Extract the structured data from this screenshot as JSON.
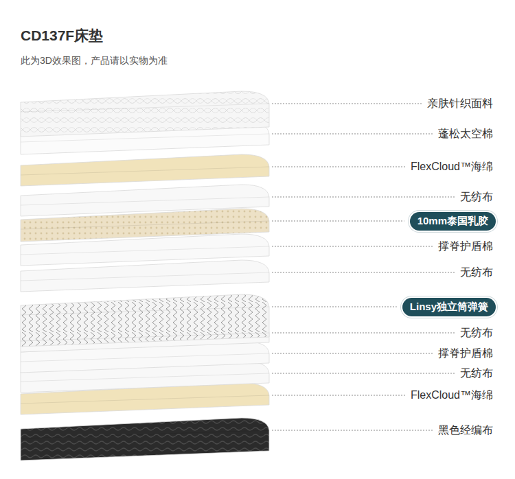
{
  "diagram": {
    "title": "CD137F床垫",
    "caption": "此为3D效果图，产品请以实物为准",
    "nodes": [
      {
        "text": [
          "10mm泰国乳胶"
        ]
      },
      {
        "text": [
          "Linsy独立筒弹簧"
        ]
      }
    ],
    "labels": [
      "亲肤针织面料",
      "蓬松太空棉",
      "FlexCloud™海绵",
      "无纺布",
      "撑脊护盾棉",
      "无纺布",
      "无纺布",
      "撑脊护盾棉",
      "无纺布",
      "FlexCloud™海绵",
      "黑色经编布"
    ]
  }
}
